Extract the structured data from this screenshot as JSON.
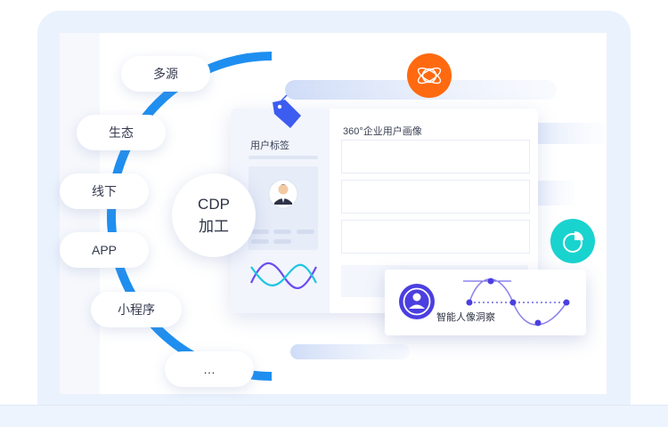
{
  "sources": {
    "items": [
      "多源",
      "生态",
      "线下",
      "APP",
      "小程序",
      "…"
    ]
  },
  "center": {
    "line1": "CDP",
    "line2": "加工"
  },
  "card": {
    "left_title": "用户标签",
    "right_title": "360°企业用户画像"
  },
  "insight": {
    "label": "智能人像洞察"
  },
  "icons": {
    "top_badge": "360-orbit-icon",
    "side_badge": "pie-chart-icon",
    "tag": "tag-icon",
    "avatar": "user-avatar-icon"
  },
  "colors": {
    "arc_blue": "#1e8ff0",
    "orange": "#ff6a10",
    "teal": "#19d3cf",
    "purple": "#4b3fe0",
    "indigo": "#5246e0"
  }
}
